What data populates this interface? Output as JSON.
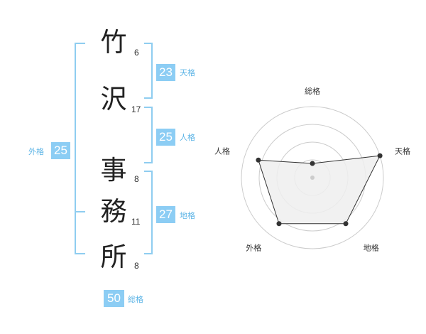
{
  "colors": {
    "bracket": "#8fcdf0",
    "badge_bg": "#8ccdf4",
    "label": "#5cb4e6",
    "radar_fill": "#eeeeee",
    "radar_line": "#333333",
    "grid": "#cccccc"
  },
  "name": {
    "characters": [
      {
        "char": "竹",
        "strokes": "6"
      },
      {
        "char": "沢",
        "strokes": "17"
      },
      {
        "char": "事",
        "strokes": "8"
      },
      {
        "char": "務",
        "strokes": "11"
      },
      {
        "char": "所",
        "strokes": "8"
      }
    ]
  },
  "fortune": {
    "tenkaku": {
      "label": "天格",
      "value": "23"
    },
    "jinkaku": {
      "label": "人格",
      "value": "25"
    },
    "chikaku": {
      "label": "地格",
      "value": "27"
    },
    "gaikaku": {
      "label": "外格",
      "value": "25"
    },
    "soukaku": {
      "label": "総格",
      "value": "50"
    }
  },
  "chart_data": {
    "type": "radar",
    "axes": [
      "総格",
      "天格",
      "地格",
      "外格",
      "人格"
    ],
    "values": [
      1,
      5,
      4,
      4,
      4
    ],
    "max": 5,
    "rings": 4
  }
}
